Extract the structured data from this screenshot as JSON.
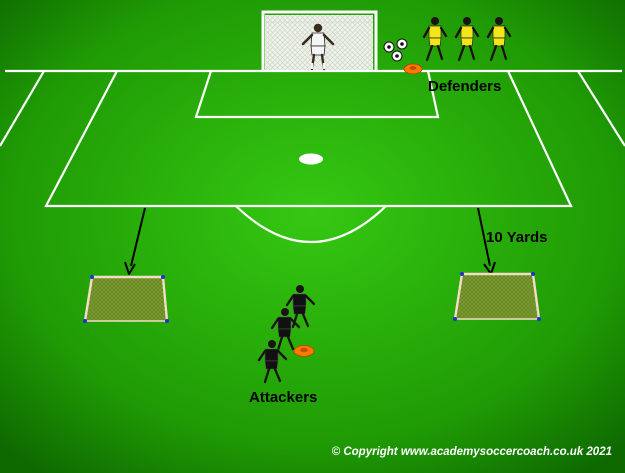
{
  "labels": {
    "defenders": "Defenders",
    "attackers": "Attackers",
    "distance": "10 Yards"
  },
  "copyright": "© Copyright www.academysoccercoach.co.uk 2021",
  "colors": {
    "pitch_light": "#2fbf0c",
    "pitch_dark": "#0f6d00",
    "lines": "#ffffff",
    "defender_kit": "#f2e51a",
    "attacker_kit": "#111111",
    "goalkeeper_kit": "#f5f5f5",
    "cone": "#ff7a00",
    "mini_goal_net": "#7a9a2a",
    "mini_goal_post": "#f3dcc8"
  },
  "icons": {
    "player": "person-figure-icon",
    "ball": "soccer-ball-icon",
    "cone": "disc-cone-icon",
    "goal": "goal-net-icon"
  },
  "counts": {
    "defenders": 3,
    "attackers": 3,
    "goalkeepers": 1,
    "balls": 3,
    "mini_goals": 2
  }
}
